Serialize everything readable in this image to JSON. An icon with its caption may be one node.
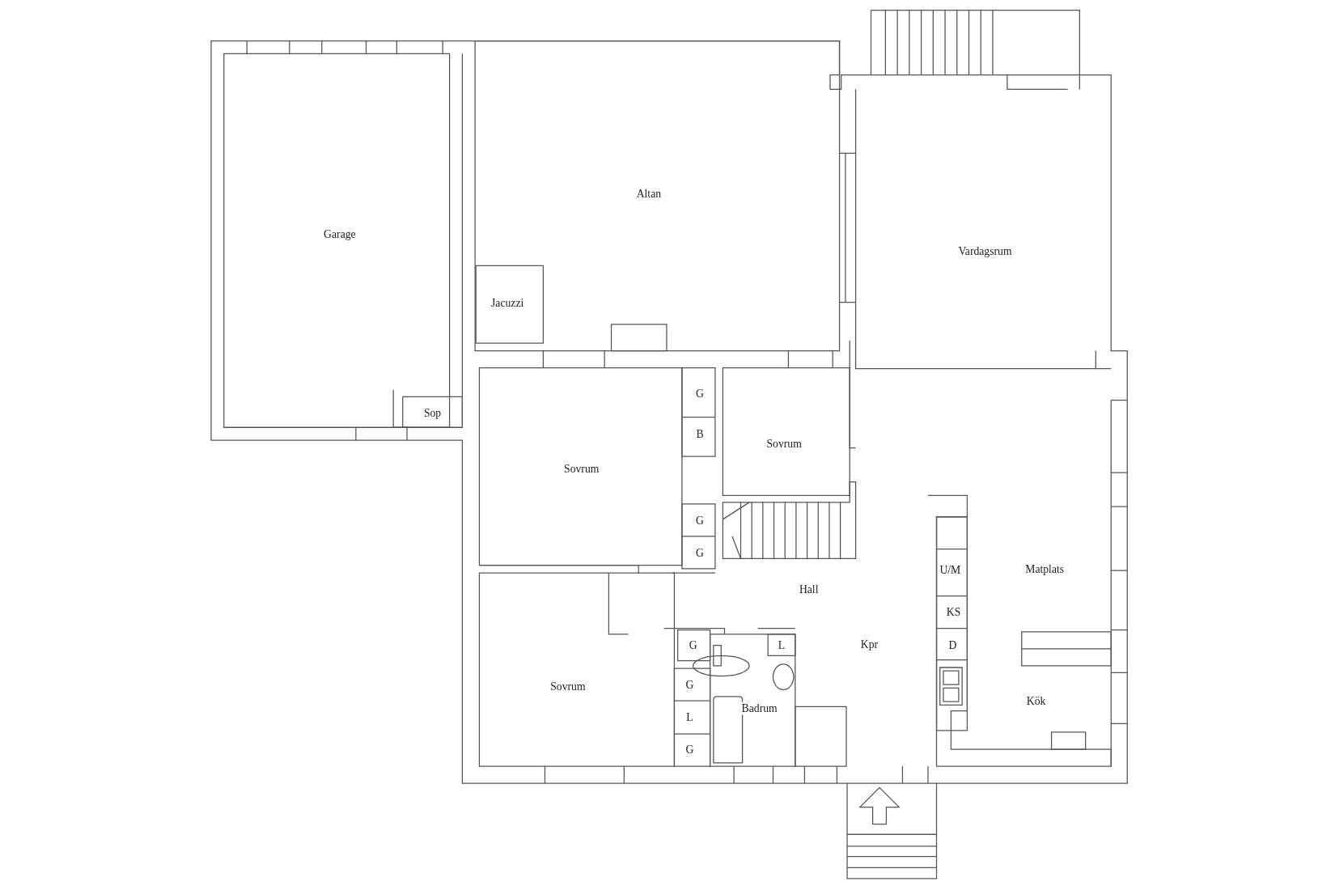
{
  "diagram": {
    "labels": [
      "Altan",
      "Garage",
      "Vardagsrum",
      "Jacuzzi",
      "G",
      "Sop",
      "B",
      "Sovrum",
      "Sovrum",
      "G",
      "G",
      "Matplats",
      "U/M",
      "Hall",
      "KS",
      "Kpr",
      "G",
      "L",
      "D",
      "Sovrum",
      "G",
      "Badrum",
      "Kök",
      "L",
      "G"
    ]
  }
}
